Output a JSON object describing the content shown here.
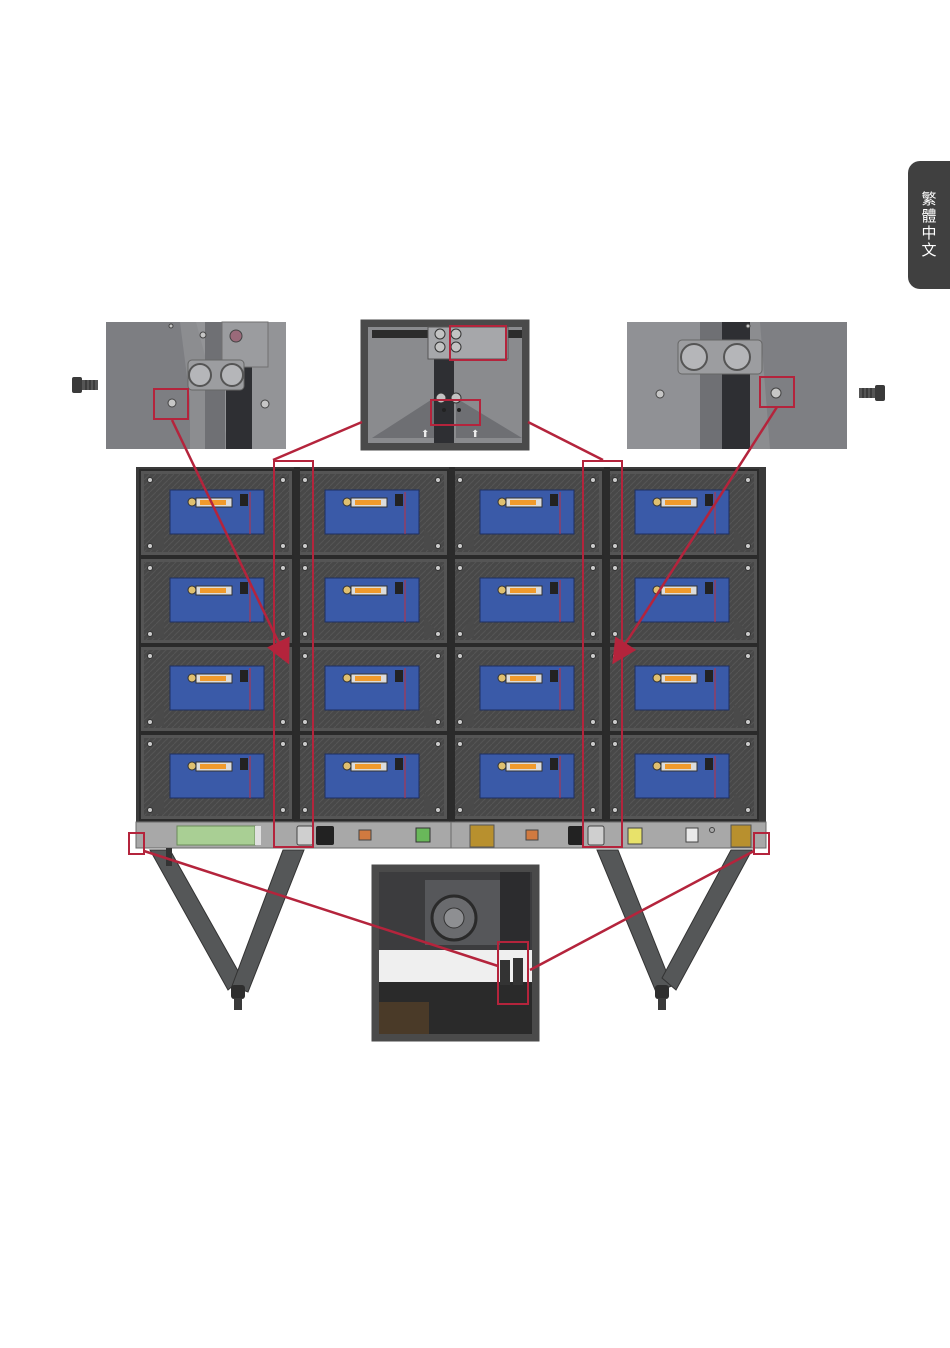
{
  "language_tab": {
    "label": "繁體中文"
  },
  "colors": {
    "callout": "#b4243c",
    "cabinet_blue": "#3a5aa8",
    "panel_dark": "#555555",
    "frame": "#2b2b2b",
    "module_orange": "#f09a2c",
    "bar_grey": "#a8a8a8",
    "board_green": "#a9cf94",
    "connector_gold": "#b8902e"
  },
  "icons": [
    "screw-icon"
  ],
  "grid": {
    "columns": 4,
    "rows": 4
  }
}
